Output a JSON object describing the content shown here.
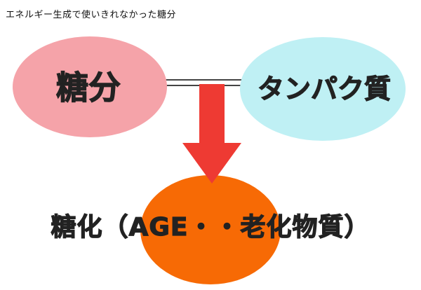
{
  "caption": "エネルギー生成で使いきれなかった糖分",
  "nodes": {
    "sugar": {
      "label": "糖分",
      "fill": "#f5a3a9"
    },
    "protein": {
      "label": "タンパク質",
      "fill": "#bff0f4"
    },
    "result": {
      "label": "糖化（AGE・・老化物質）",
      "fill": "#f76a05"
    }
  },
  "connector_color": "#444444",
  "arrow_color": "#ee3a33"
}
